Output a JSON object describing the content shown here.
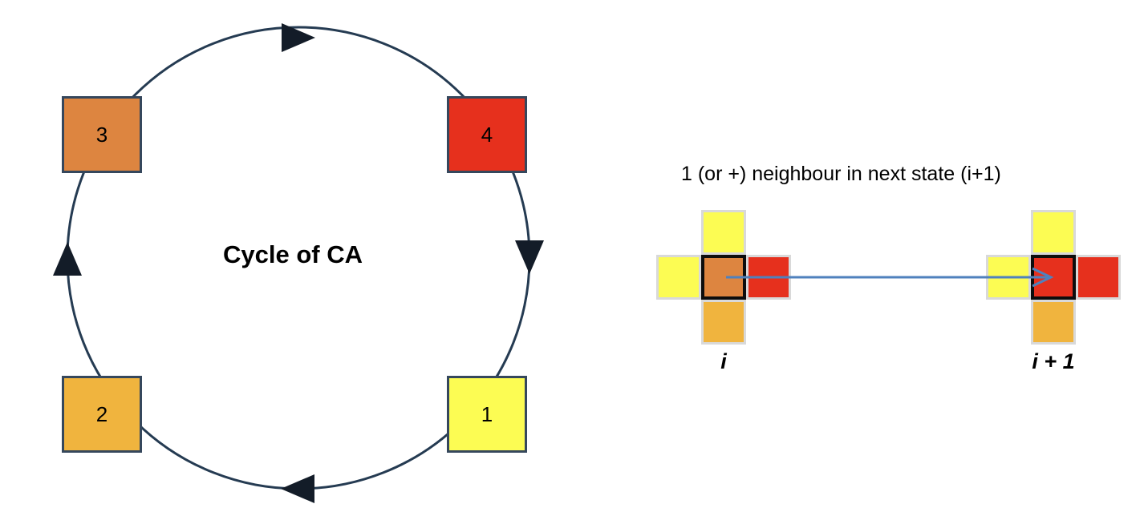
{
  "diagram": {
    "cycle": {
      "title": "Cycle of CA",
      "states": [
        {
          "label": "1",
          "color": "#fcfc53"
        },
        {
          "label": "2",
          "color": "#f0b43e"
        },
        {
          "label": "3",
          "color": "#dd8540"
        },
        {
          "label": "4",
          "color": "#e6301d"
        }
      ]
    },
    "transition": {
      "caption": "1 (or +) neighbour in next state (i+1)",
      "cell_i": {
        "label": "i",
        "center": "#dd8540",
        "top": "#fcfc53",
        "left": "#fcfc53",
        "right": "#e6301d",
        "bottom": "#f0b43e"
      },
      "cell_i1": {
        "label": "i + 1",
        "center": "#e6301d",
        "top": "#fcfc53",
        "left": "#fcfc53",
        "right": "#e6301d",
        "bottom": "#f0b43e"
      }
    },
    "colors": {
      "circle_stroke": "#253b52",
      "arrowhead_fill": "#131c28",
      "square_border": "#35475c",
      "cell_border_gray": "#d9d9d9",
      "center_cell_border": "#0d0d0d",
      "transition_arrow": "#4f81bd"
    }
  }
}
